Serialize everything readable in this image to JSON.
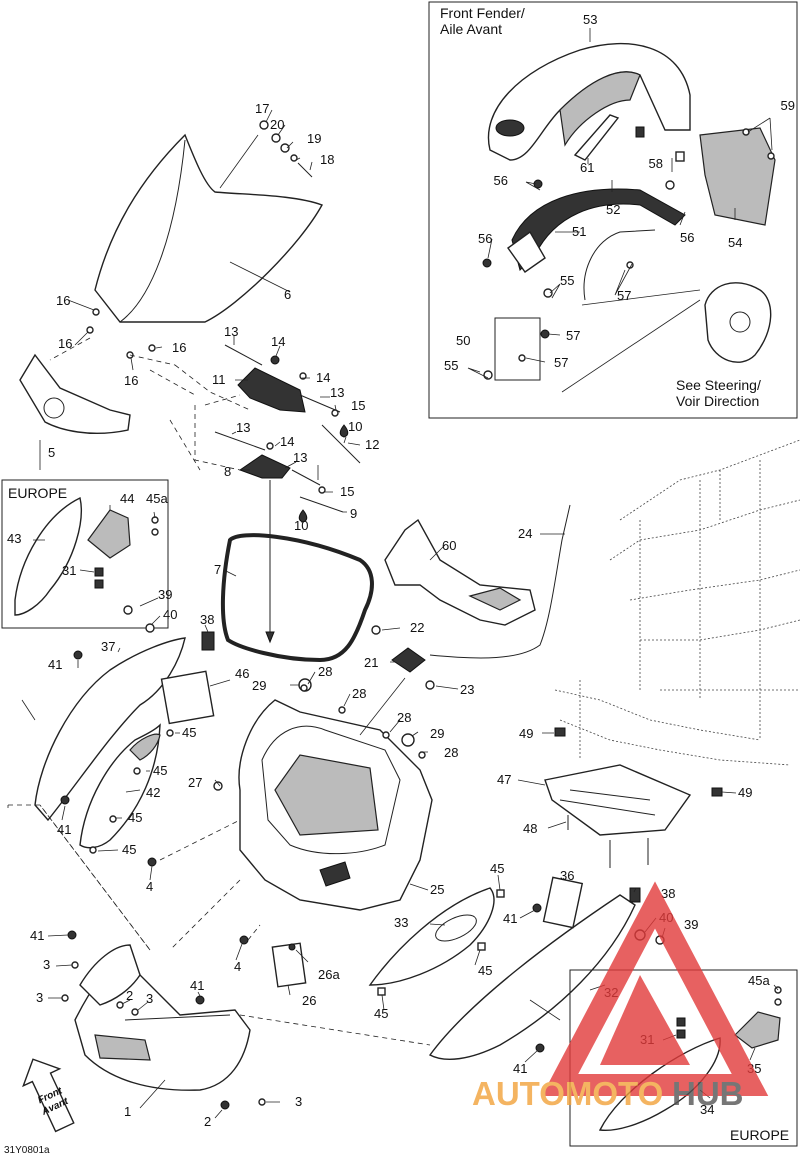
{
  "diagram_code": "31Y0801a",
  "inset_fender": {
    "title_line1": "Front Fender/",
    "title_line2": "Aile Avant",
    "note_line1": "See Steering/",
    "note_line2": "Voir Direction"
  },
  "inset_europe_left": {
    "title": "EUROPE"
  },
  "inset_europe_right": {
    "title": "EUROPE"
  },
  "front_arrow": {
    "line1": "Front",
    "line2": "Avant"
  },
  "watermark": {
    "part1": "AUTOMOTO",
    "part2": "HUB",
    "color_accent": "#e23a3a",
    "color_text": "#f2a23a"
  },
  "callouts": {
    "c1": "1",
    "c2a": "2",
    "c2b": "2",
    "c3a": "3",
    "c3b": "3",
    "c3c": "3",
    "c3d": "3",
    "c4a": "4",
    "c4b": "4",
    "c5": "5",
    "c6": "6",
    "c7": "7",
    "c8": "8",
    "c9": "9",
    "c10a": "10",
    "c10b": "10",
    "c11": "11",
    "c12": "12",
    "c13a": "13",
    "c13b": "13",
    "c13c": "13",
    "c13d": "13",
    "c14a": "14",
    "c14b": "14",
    "c14c": "14",
    "c15a": "15",
    "c15b": "15",
    "c16a": "16",
    "c16b": "16",
    "c16c": "16",
    "c16d": "16",
    "c17": "17",
    "c18": "18",
    "c19": "19",
    "c20": "20",
    "c21": "21",
    "c22": "22",
    "c23": "23",
    "c24": "24",
    "c25": "25",
    "c26": "26",
    "c26a": "26a",
    "c27": "27",
    "c28a": "28",
    "c28b": "28",
    "c28c": "28",
    "c28d": "28",
    "c29a": "29",
    "c29b": "29",
    "c31a": "31",
    "c31b": "31",
    "c32": "32",
    "c33": "33",
    "c34": "34",
    "c35": "35",
    "c36": "36",
    "c37": "37",
    "c38a": "38",
    "c38b": "38",
    "c39a": "39",
    "c39b": "39",
    "c40a": "40",
    "c40b": "40",
    "c41a": "41",
    "c41b": "41",
    "c41c": "41",
    "c41d": "41",
    "c41e": "41",
    "c41f": "41",
    "c42": "42",
    "c43": "43",
    "c44": "44",
    "c45a": "45",
    "c45b": "45",
    "c45c": "45",
    "c45d": "45",
    "c45e": "45",
    "c45f": "45",
    "c45g": "45",
    "c45aa": "45a",
    "c45ab": "45a",
    "c46": "46",
    "c47": "47",
    "c48": "48",
    "c49a": "49",
    "c49b": "49",
    "c50": "50",
    "c51": "51",
    "c52": "52",
    "c53": "53",
    "c54": "54",
    "c55a": "55",
    "c55b": "55",
    "c56a": "56",
    "c56b": "56",
    "c56c": "56",
    "c57a": "57",
    "c57b": "57",
    "c57c": "57",
    "c58": "58",
    "c59": "59",
    "c60": "60",
    "c61": "61"
  }
}
